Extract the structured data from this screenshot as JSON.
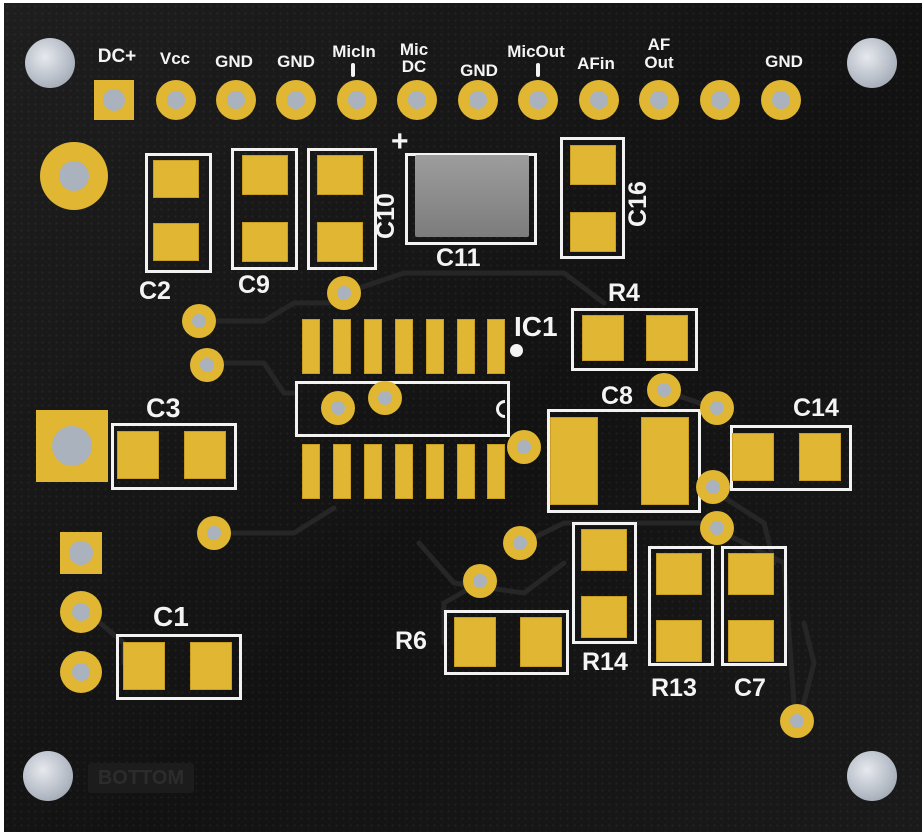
{
  "board": {
    "header_pins": [
      "DC+",
      "Vcc",
      "GND",
      "GND",
      "MicIn",
      "Mic DC",
      "GND",
      "MicOut",
      "AFin",
      "AF Out",
      "",
      "GND"
    ],
    "references": {
      "c2": "C2",
      "c9": "C9",
      "c10": "C10",
      "c11": "C11",
      "c16": "C16",
      "r4": "R4",
      "ic1": "IC1",
      "c3": "C3",
      "c8": "C8",
      "c14": "C14",
      "c1": "C1",
      "r6": "R6",
      "r14": "R14",
      "r13": "R13",
      "c7": "C7"
    },
    "polarity_mark": "+",
    "bottom_label": "BOTTOM",
    "colors": {
      "board": "#141414",
      "copper": "#e0b632",
      "silkscreen": "#f2f2f2",
      "drill": "#aab2bd"
    }
  }
}
